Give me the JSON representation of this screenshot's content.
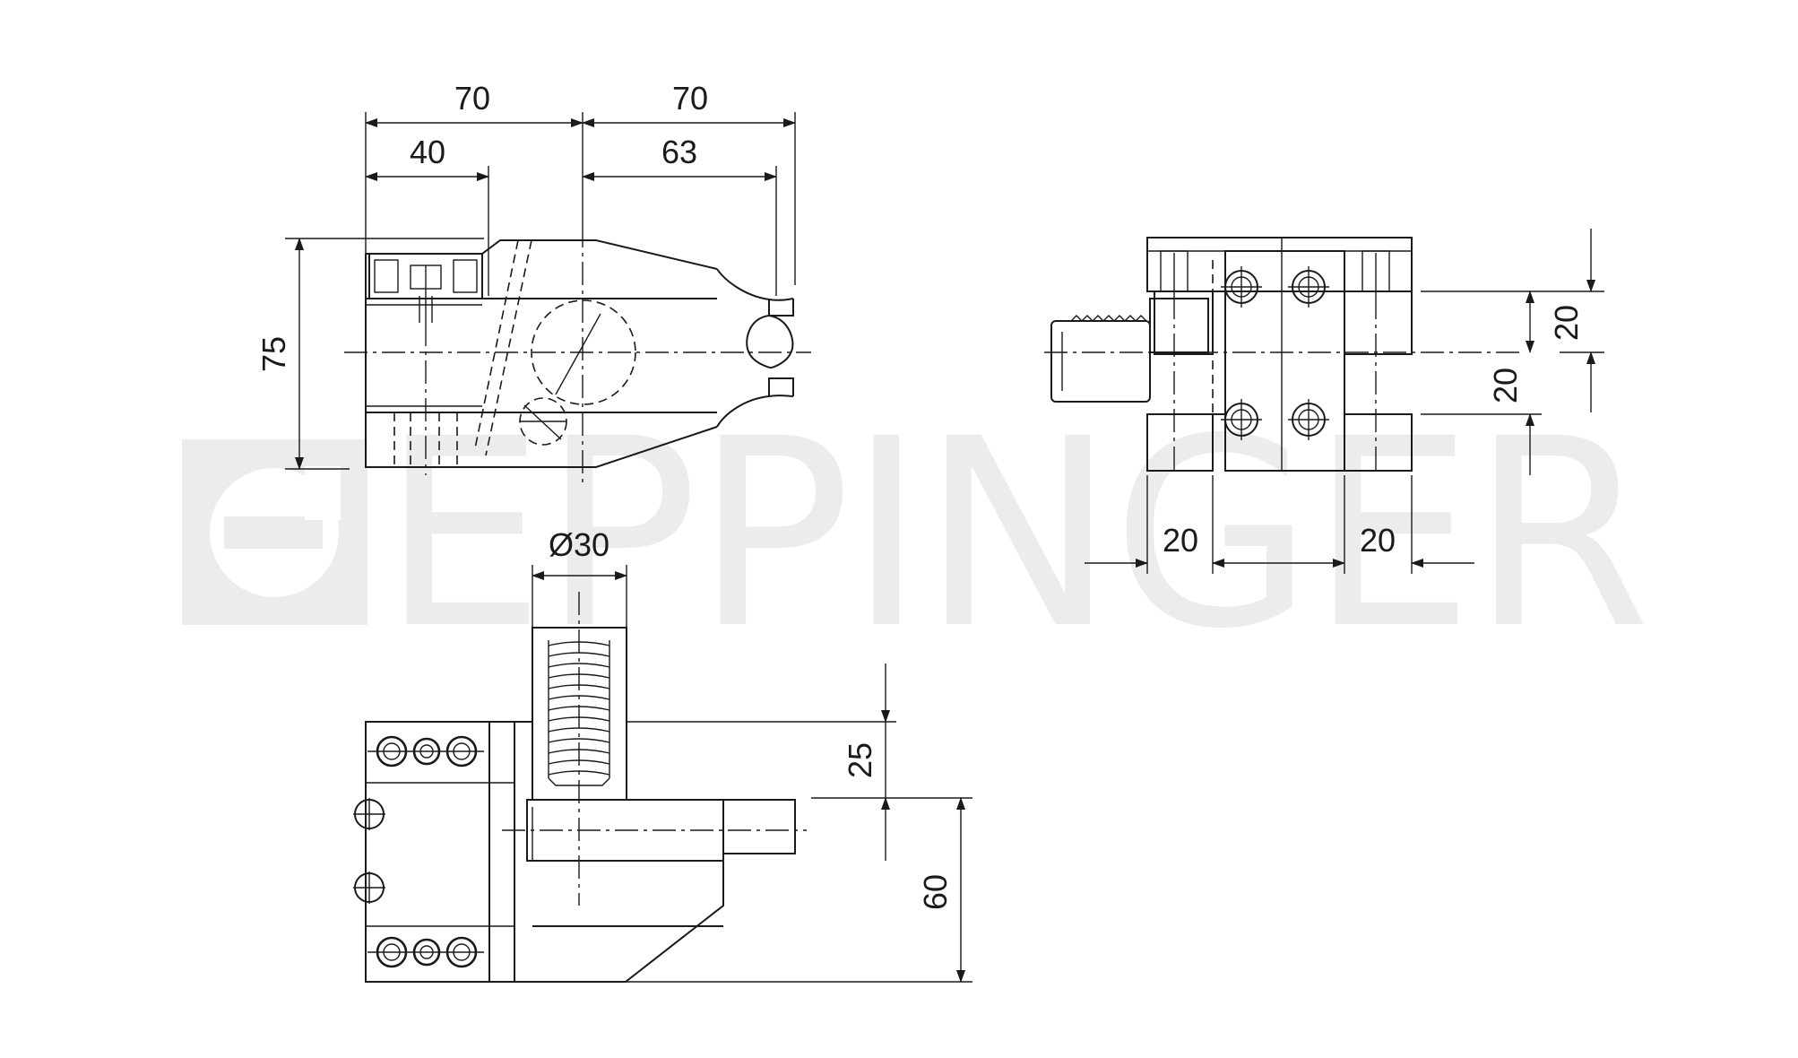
{
  "watermark": {
    "text": "EPPINGER",
    "color": "#ececec"
  },
  "dimensions": {
    "top_width_left": "70",
    "top_width_right": "70",
    "inner_left": "40",
    "inner_right": "63",
    "height_left": "75",
    "right_view_height_top": "20",
    "right_view_height_mid": "20",
    "right_view_width_left": "20",
    "right_view_width_right": "20",
    "diameter": "Ø30",
    "bottom_height_25": "25",
    "bottom_height_60": "60"
  },
  "colors": {
    "line": "#1a1a1a",
    "background": "#ffffff"
  }
}
